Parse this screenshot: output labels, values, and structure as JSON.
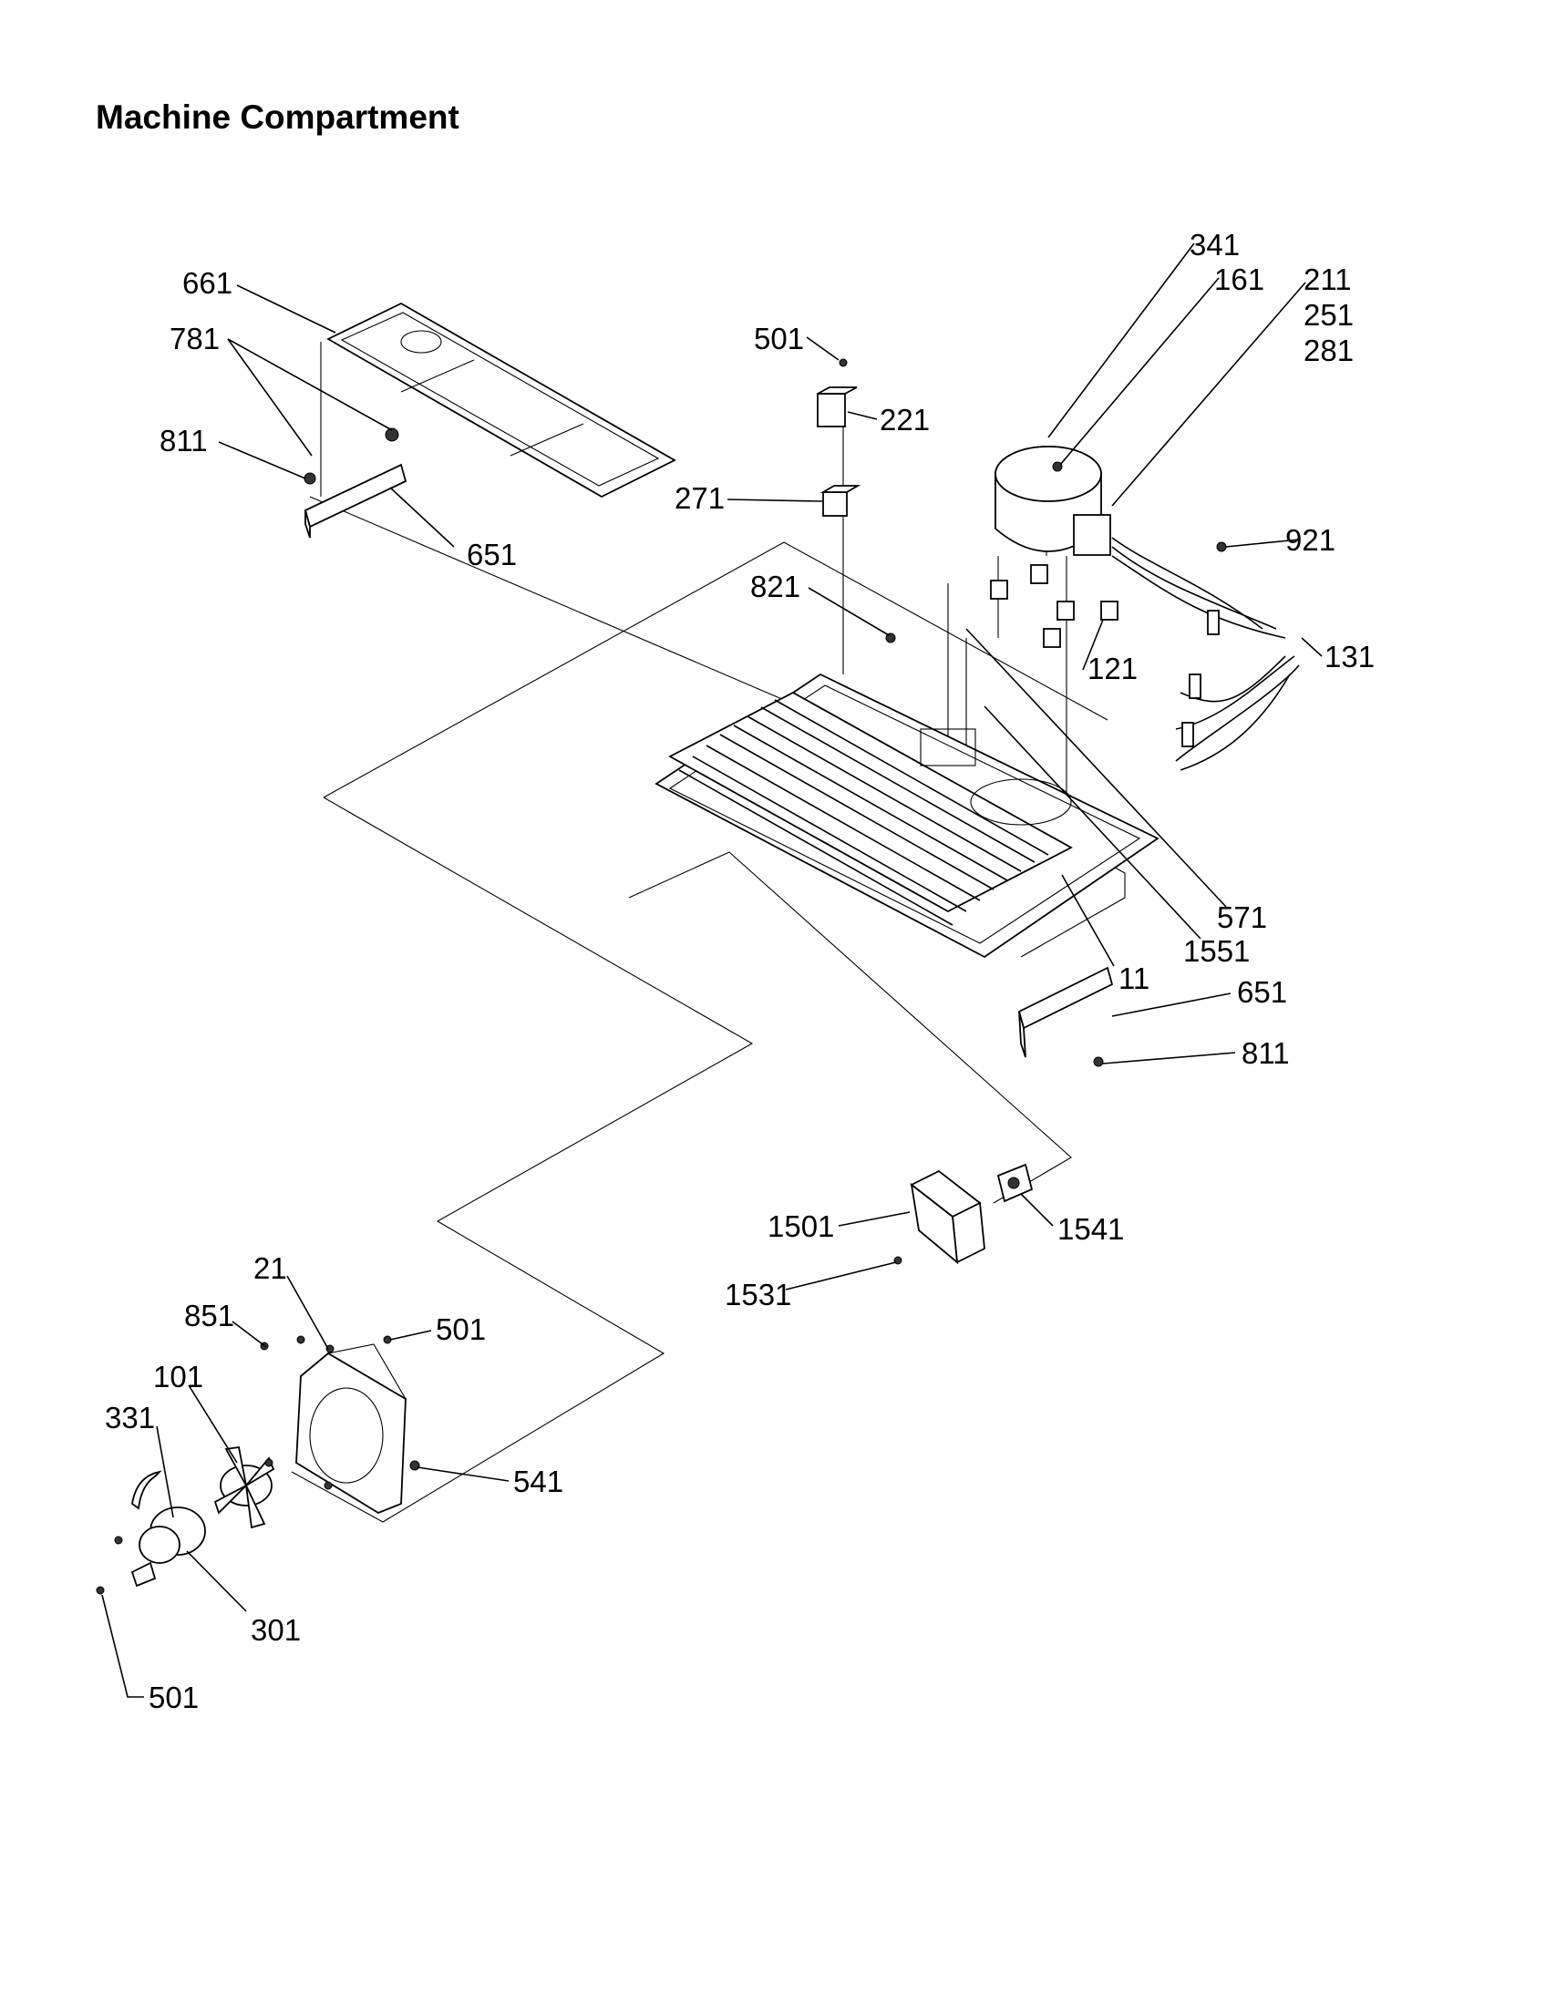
{
  "title": "Machine Compartment",
  "callouts": {
    "c661": "661",
    "c781": "781",
    "c811a": "811",
    "c651a": "651",
    "c501a": "501",
    "c221": "221",
    "c271": "271",
    "c821": "821",
    "c341": "341",
    "c161": "161",
    "c211": "211",
    "c251": "251",
    "c281": "281",
    "c921": "921",
    "c121": "121",
    "c131": "131",
    "c571": "571",
    "c1551": "1551",
    "c11": "11",
    "c651b": "651",
    "c811b": "811",
    "c1501": "1501",
    "c1541": "1541",
    "c1531": "1531",
    "c21": "21",
    "c851": "851",
    "c501b": "501",
    "c101": "101",
    "c331": "331",
    "c541": "541",
    "c301": "301",
    "c501c": "501"
  }
}
